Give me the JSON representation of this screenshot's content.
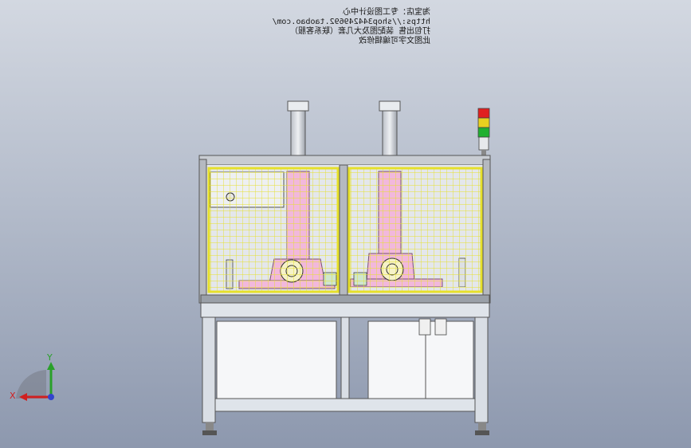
{
  "watermark": {
    "line1": "淘宝店：专工图设计中心",
    "line2": "https://shop344249692.taobao.com/",
    "line3": "打包出售 装配图及大几套（联系客服）",
    "line4": "此图文字可编辑修改"
  },
  "triad": {
    "x_label": "X",
    "y_label": "Y"
  },
  "colors": {
    "frame": "#9a9fa8",
    "fence": "#e6e02a",
    "column": "#f2b8dc",
    "table": "#dfe4ea",
    "signal_red": "#e02020",
    "signal_yellow": "#e8d020",
    "signal_green": "#20b030"
  }
}
